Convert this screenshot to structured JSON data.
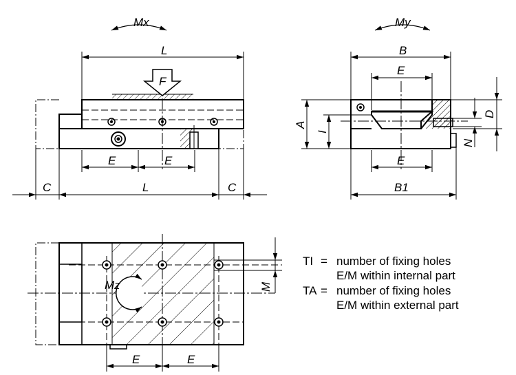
{
  "dimensions": {
    "mx": "Mx",
    "my": "My",
    "mz": "Mz",
    "l": "L",
    "f": "F",
    "e": "E",
    "c": "C",
    "b": "B",
    "b1": "B1",
    "a": "A",
    "i": "I",
    "d": "D",
    "n": "N",
    "m": "M"
  },
  "legend": {
    "ti_term": "TI",
    "ti_eq": "=",
    "ti_line1": "number of fixing holes",
    "ti_line2": "E/M within internal part",
    "ta_term": "TA",
    "ta_eq": "=",
    "ta_line1": "number of fixing holes",
    "ta_line2": "E/M within external part"
  }
}
